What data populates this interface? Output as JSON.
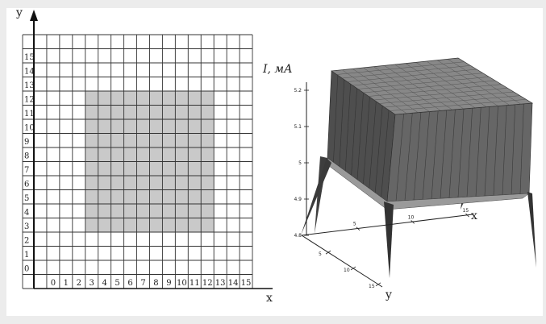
{
  "grid": {
    "y_axis_label": "y",
    "x_axis_label": "x",
    "row_labels": [
      "15",
      "14",
      "13",
      "12",
      "11",
      "10",
      "9",
      "8",
      "7",
      "6",
      "5",
      "4",
      "3",
      "2",
      "1",
      "0"
    ],
    "col_labels": [
      "0",
      "1",
      "2",
      "3",
      "4",
      "5",
      "6",
      "7",
      "8",
      "9",
      "10",
      "11",
      "12",
      "13",
      "14",
      "15"
    ],
    "highlight": {
      "col_start": 3,
      "col_end": 12,
      "row_start": 3,
      "row_end": 12
    },
    "highlight_color": "#c9c9c9"
  },
  "surface": {
    "z_label": "I, мА",
    "x_label": "x",
    "y_label": "y",
    "z_ticks": [
      "5.2",
      "5.1",
      "5",
      "4.9",
      "4.8"
    ],
    "x_ticks": [
      "5",
      "10",
      "15"
    ],
    "y_ticks": [
      "5",
      "10",
      "15"
    ],
    "side_color": "#5a5a5a",
    "top_color": "#8a8a8a"
  }
}
